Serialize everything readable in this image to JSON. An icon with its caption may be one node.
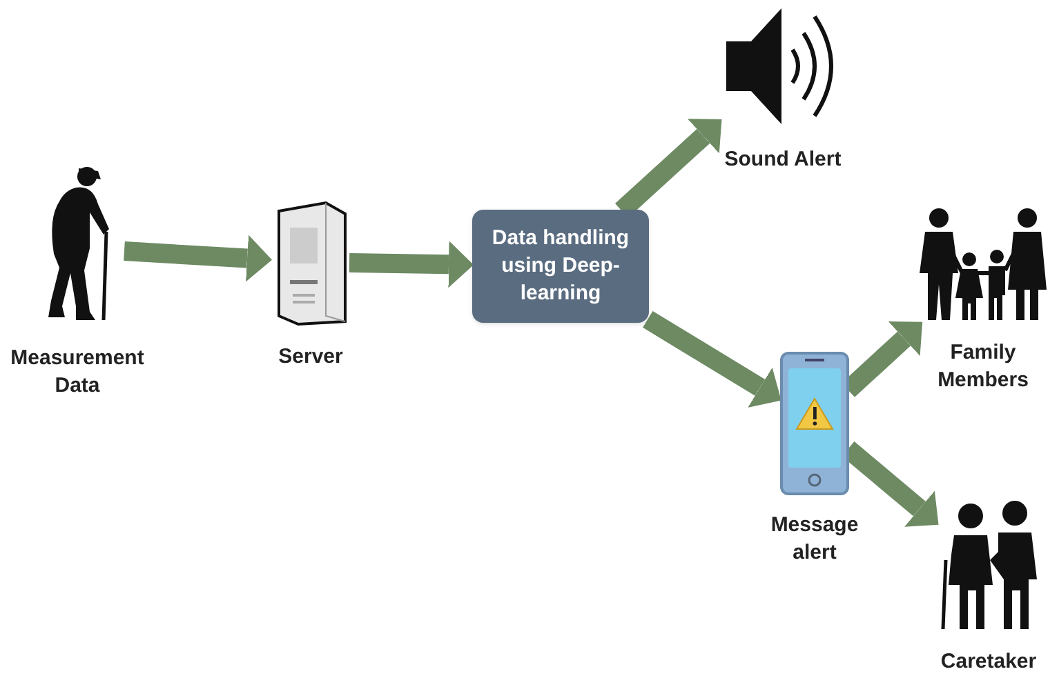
{
  "diagram": {
    "nodes": [
      {
        "text": [
          "Measurement Data"
        ]
      },
      {
        "text": [
          "Server"
        ]
      },
      {
        "text": [
          "Data handling using Deep-learning"
        ]
      },
      {
        "text": [
          "Sound Alert"
        ]
      },
      {
        "text": [
          "Message alert"
        ]
      },
      {
        "text": [
          "Family Members"
        ]
      },
      {
        "text": [
          "Caretaker"
        ]
      }
    ],
    "edges": [
      {
        "from": 0,
        "to": 1,
        "arrow": "to"
      },
      {
        "from": 1,
        "to": 2,
        "arrow": "to"
      },
      {
        "from": 2,
        "to": 3,
        "arrow": "to"
      },
      {
        "from": 2,
        "to": 4,
        "arrow": "to"
      },
      {
        "from": 4,
        "to": 5,
        "arrow": "to"
      },
      {
        "from": 4,
        "to": 6,
        "arrow": "to"
      }
    ]
  }
}
